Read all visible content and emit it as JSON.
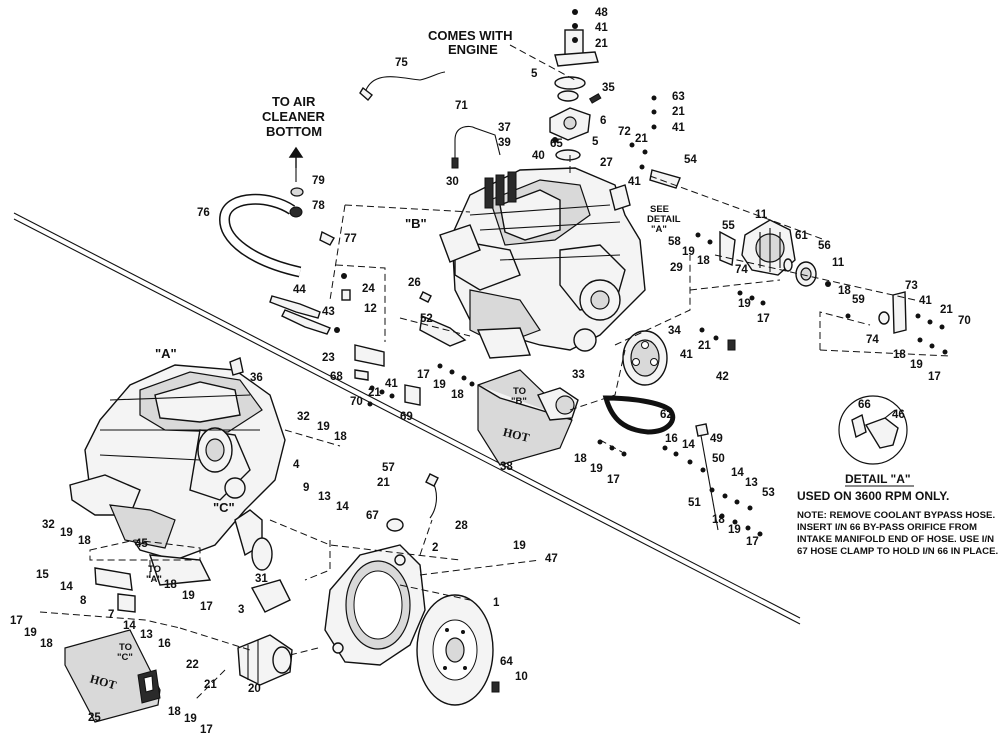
{
  "header": {
    "comes_with_line1": "COMES WITH",
    "comes_with_line2": "ENGINE",
    "air_line1": "TO AIR",
    "air_line2": "CLEANER",
    "air_line3": "BOTTOM",
    "see_detail_line1": "SEE",
    "see_detail_line2": "DETAIL",
    "see_detail_line3": "\"A\""
  },
  "refs": {
    "B_top": "\"B\"",
    "A_left": "\"A\"",
    "C_left": "\"C\"",
    "to_B_line1": "TO",
    "to_B_line2": "\"B\"",
    "to_A_line1": "TO",
    "to_A_line2": "\"A\"",
    "to_C_line1": "TO",
    "to_C_line2": "\"C\""
  },
  "hot_labels": [
    "HOT",
    "HOT"
  ],
  "detail": {
    "title": "DETAIL \"A\"",
    "subtitle": "USED ON 3600 RPM ONLY."
  },
  "note": {
    "line1": "NOTE: REMOVE COOLANT BYPASS HOSE.",
    "line2": "INSERT I/N 66 BY-PASS ORIFICE FROM",
    "line3": "INTAKE MANIFOLD END OF HOSE. USE I/N",
    "line4": "67 HOSE CLAMP TO HOLD I/N 66 IN PLACE."
  },
  "callouts": [
    "48",
    "41",
    "21",
    "5",
    "75",
    "35",
    "6",
    "65",
    "5",
    "71",
    "37",
    "39",
    "40",
    "63",
    "21",
    "41",
    "72",
    "21",
    "41",
    "27",
    "54",
    "30",
    "79",
    "78",
    "76",
    "77",
    "58",
    "19",
    "18",
    "55",
    "11",
    "61",
    "56",
    "11",
    "74",
    "59",
    "18",
    "19",
    "17",
    "73",
    "41",
    "21",
    "70",
    "74",
    "18",
    "19",
    "17",
    "29",
    "26",
    "44",
    "24",
    "12",
    "43",
    "52",
    "23",
    "68",
    "70",
    "21",
    "41",
    "17",
    "19",
    "18",
    "69",
    "33",
    "38",
    "34",
    "41",
    "21",
    "42",
    "62",
    "36",
    "32",
    "19",
    "18",
    "4",
    "57",
    "21",
    "9",
    "13",
    "14",
    "67",
    "28",
    "2",
    "19",
    "47",
    "16",
    "14",
    "49",
    "50",
    "14",
    "13",
    "53",
    "51",
    "18",
    "19",
    "17",
    "18",
    "19",
    "17",
    "32",
    "19",
    "18",
    "45",
    "15",
    "14",
    "8",
    "7",
    "14",
    "13",
    "16",
    "18",
    "19",
    "17",
    "31",
    "3",
    "1",
    "17",
    "19",
    "18",
    "22",
    "21",
    "20",
    "64",
    "10",
    "25",
    "18",
    "19",
    "17",
    "66",
    "46"
  ]
}
